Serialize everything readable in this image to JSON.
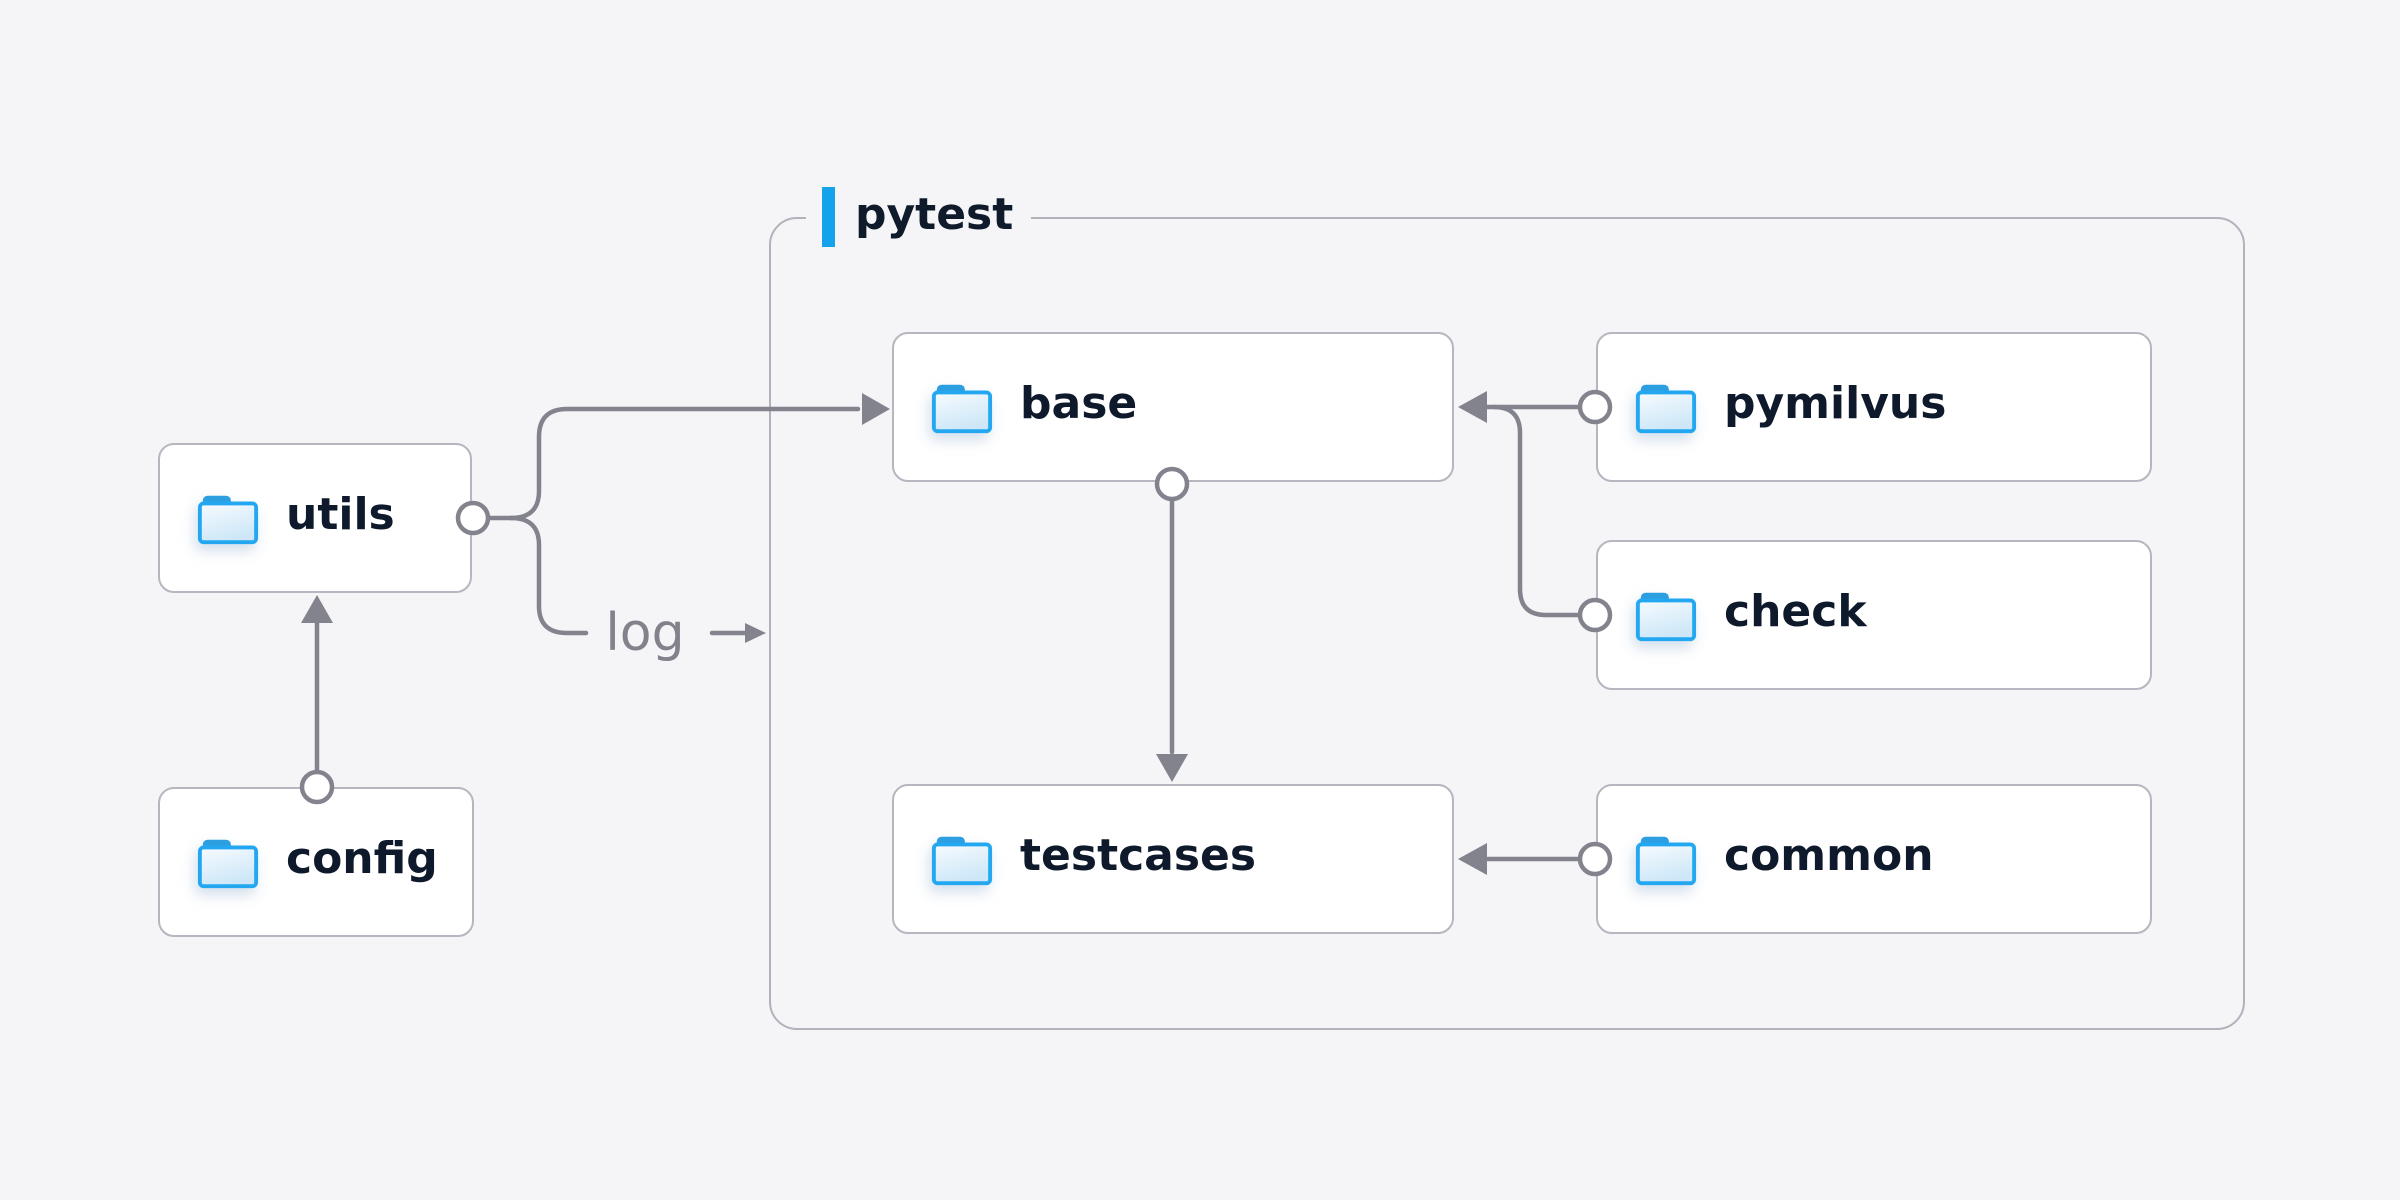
{
  "app": {
    "background_color": "#f5f5f7"
  },
  "diagram": {
    "container": {
      "label": "pytest",
      "accent_color": "#14a3ea",
      "border_color": "#b2b2bd"
    },
    "edge_label": "log",
    "nodes": [
      {
        "id": "utils",
        "label": "utils",
        "icon": "folder-icon"
      },
      {
        "id": "config",
        "label": "config",
        "icon": "folder-icon"
      },
      {
        "id": "base",
        "label": "base",
        "icon": "folder-icon"
      },
      {
        "id": "pymilvus",
        "label": "pymilvus",
        "icon": "folder-icon"
      },
      {
        "id": "check",
        "label": "check",
        "icon": "folder-icon"
      },
      {
        "id": "testcases",
        "label": "testcases",
        "icon": "folder-icon"
      },
      {
        "id": "common",
        "label": "common",
        "icon": "folder-icon"
      }
    ],
    "edges": [
      {
        "from": "config",
        "to": "utils"
      },
      {
        "from": "utils",
        "to": "base"
      },
      {
        "from": "utils",
        "to": "log"
      },
      {
        "from": "pymilvus",
        "to": "base"
      },
      {
        "from": "check",
        "to": "base"
      },
      {
        "from": "base",
        "to": "testcases"
      },
      {
        "from": "common",
        "to": "testcases"
      }
    ],
    "colors": {
      "node_background": "#ffffff",
      "node_border": "#b6b6c1",
      "node_text": "#0e1a2b",
      "edge_line": "#83838e",
      "folder_blue": "#23a7f0"
    }
  }
}
